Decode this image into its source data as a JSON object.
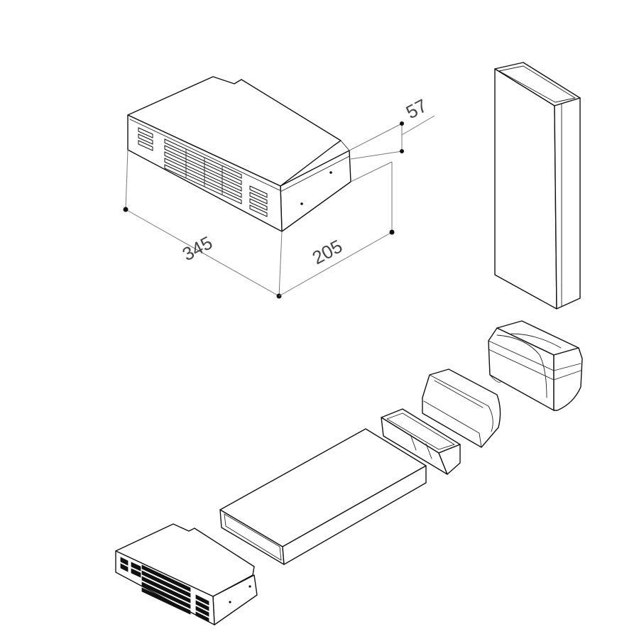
{
  "dimensions": {
    "width": "345",
    "depth": "205",
    "height": "57"
  }
}
